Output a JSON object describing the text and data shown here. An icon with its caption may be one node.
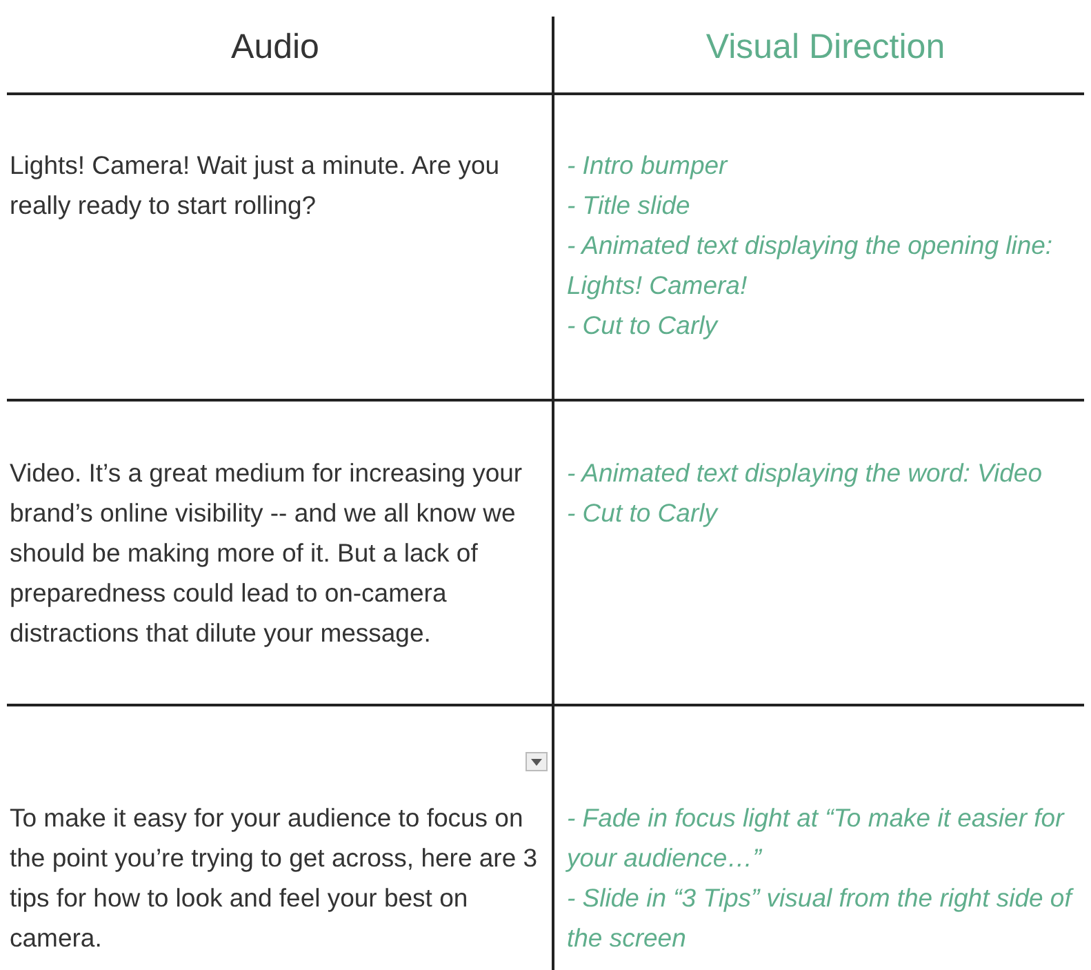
{
  "diagram": {
    "labels": [
      "Audio",
      "Visual Direction",
      "Lights! Camera! Wait just a minute. Are you really ready to start rolling?",
      "- Intro bumper",
      "- Title slide",
      "- Animated text displaying the opening line: Lights! Camera!",
      "- Cut to Carly",
      "Video. It’s a great medium for increasing your brand’s online visibility -- and we all know we should be making more of it. But a lack of preparedness could lead to on-camera distractions that dilute your message.",
      "- Animated text displaying the word: Video",
      "- Cut to Carly",
      "To make it easy for your audience to focus on the point you’re trying to get across, here are 3 tips for how to look and feel your best on camera.",
      "- Fade in focus light at “To make it easier for your audience…”",
      "- Slide in “3 Tips” visual from the right side of the screen"
    ]
  }
}
